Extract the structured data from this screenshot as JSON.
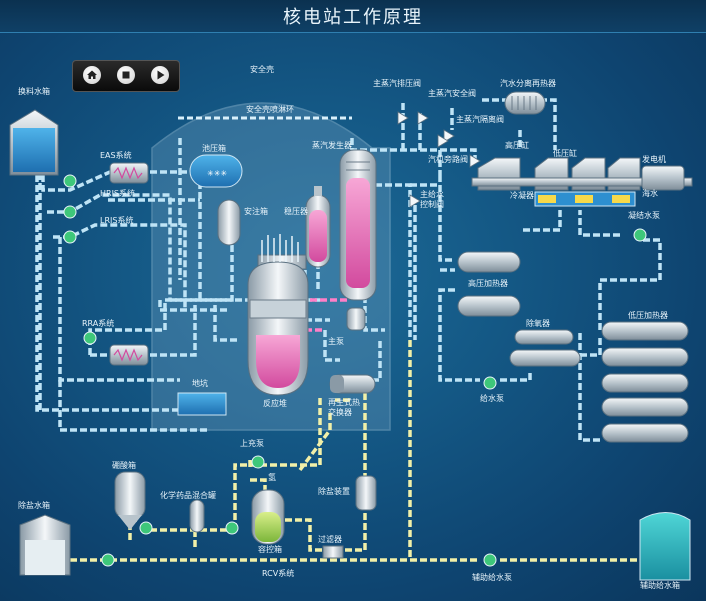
{
  "title": "核电站工作原理",
  "controls": {
    "home_icon": "home-icon",
    "stop_icon": "stop-icon",
    "play_icon": "play-icon"
  },
  "labels": {
    "containment": "安全壳",
    "spray_ring": "安全壳喷淋环",
    "eas_tank": "换料水箱",
    "eas": "EAS系统",
    "hhsi": "HRIS系统",
    "lhsi": "LRIS系统",
    "rra": "RRA系统",
    "pool_tank": "池压箱",
    "safety_tank": "安注箱",
    "pressurizer": "稳压器",
    "steam_gen": "蒸汽发生器",
    "reactor": "反应堆",
    "main_pump": "主泵",
    "sump": "地坑",
    "regen_hx": "再生式热\n交换器",
    "main_relief": "主蒸汽排压阀",
    "main_safety": "主蒸汽安全阀",
    "main_isolation": "主蒸汽隔离阀",
    "moisture_sep": "汽水分离再热器",
    "bypass": "汽机旁路阀",
    "hp_turbine": "高压缸",
    "lp_turbine": "低压缸",
    "generator": "发电机",
    "condenser": "冷凝器",
    "seawater": "海水",
    "feed_control": "主给水\n控制阀",
    "hp_heater": "高压加热器",
    "deaerator": "除氧器",
    "cond_pump": "凝结水泵",
    "lp_heater": "低压加热器",
    "feed_pump": "给水泵",
    "boric_tank": "硼酸箱",
    "chem_tank": "化学药品混合罐",
    "charge_pump": "上充泵",
    "hydrogen": "氢",
    "desalt_device": "除盐装置",
    "vct": "容控箱",
    "filter": "过滤器",
    "rcv": "RCV系统",
    "aux_feed_pump": "辅助给水泵",
    "desalt_tank": "除盐水箱",
    "aux_feed_tank": "辅助给水箱"
  },
  "colors": {
    "background": "#145885",
    "pipe_water": "#bfe4f6",
    "pipe_feed": "#f2f0a8",
    "pipe_hot": "#ff7fc8",
    "tank_water": "#2d8fd0",
    "reactor_fill": "#e46fb8",
    "pump": "#3ec77a"
  }
}
